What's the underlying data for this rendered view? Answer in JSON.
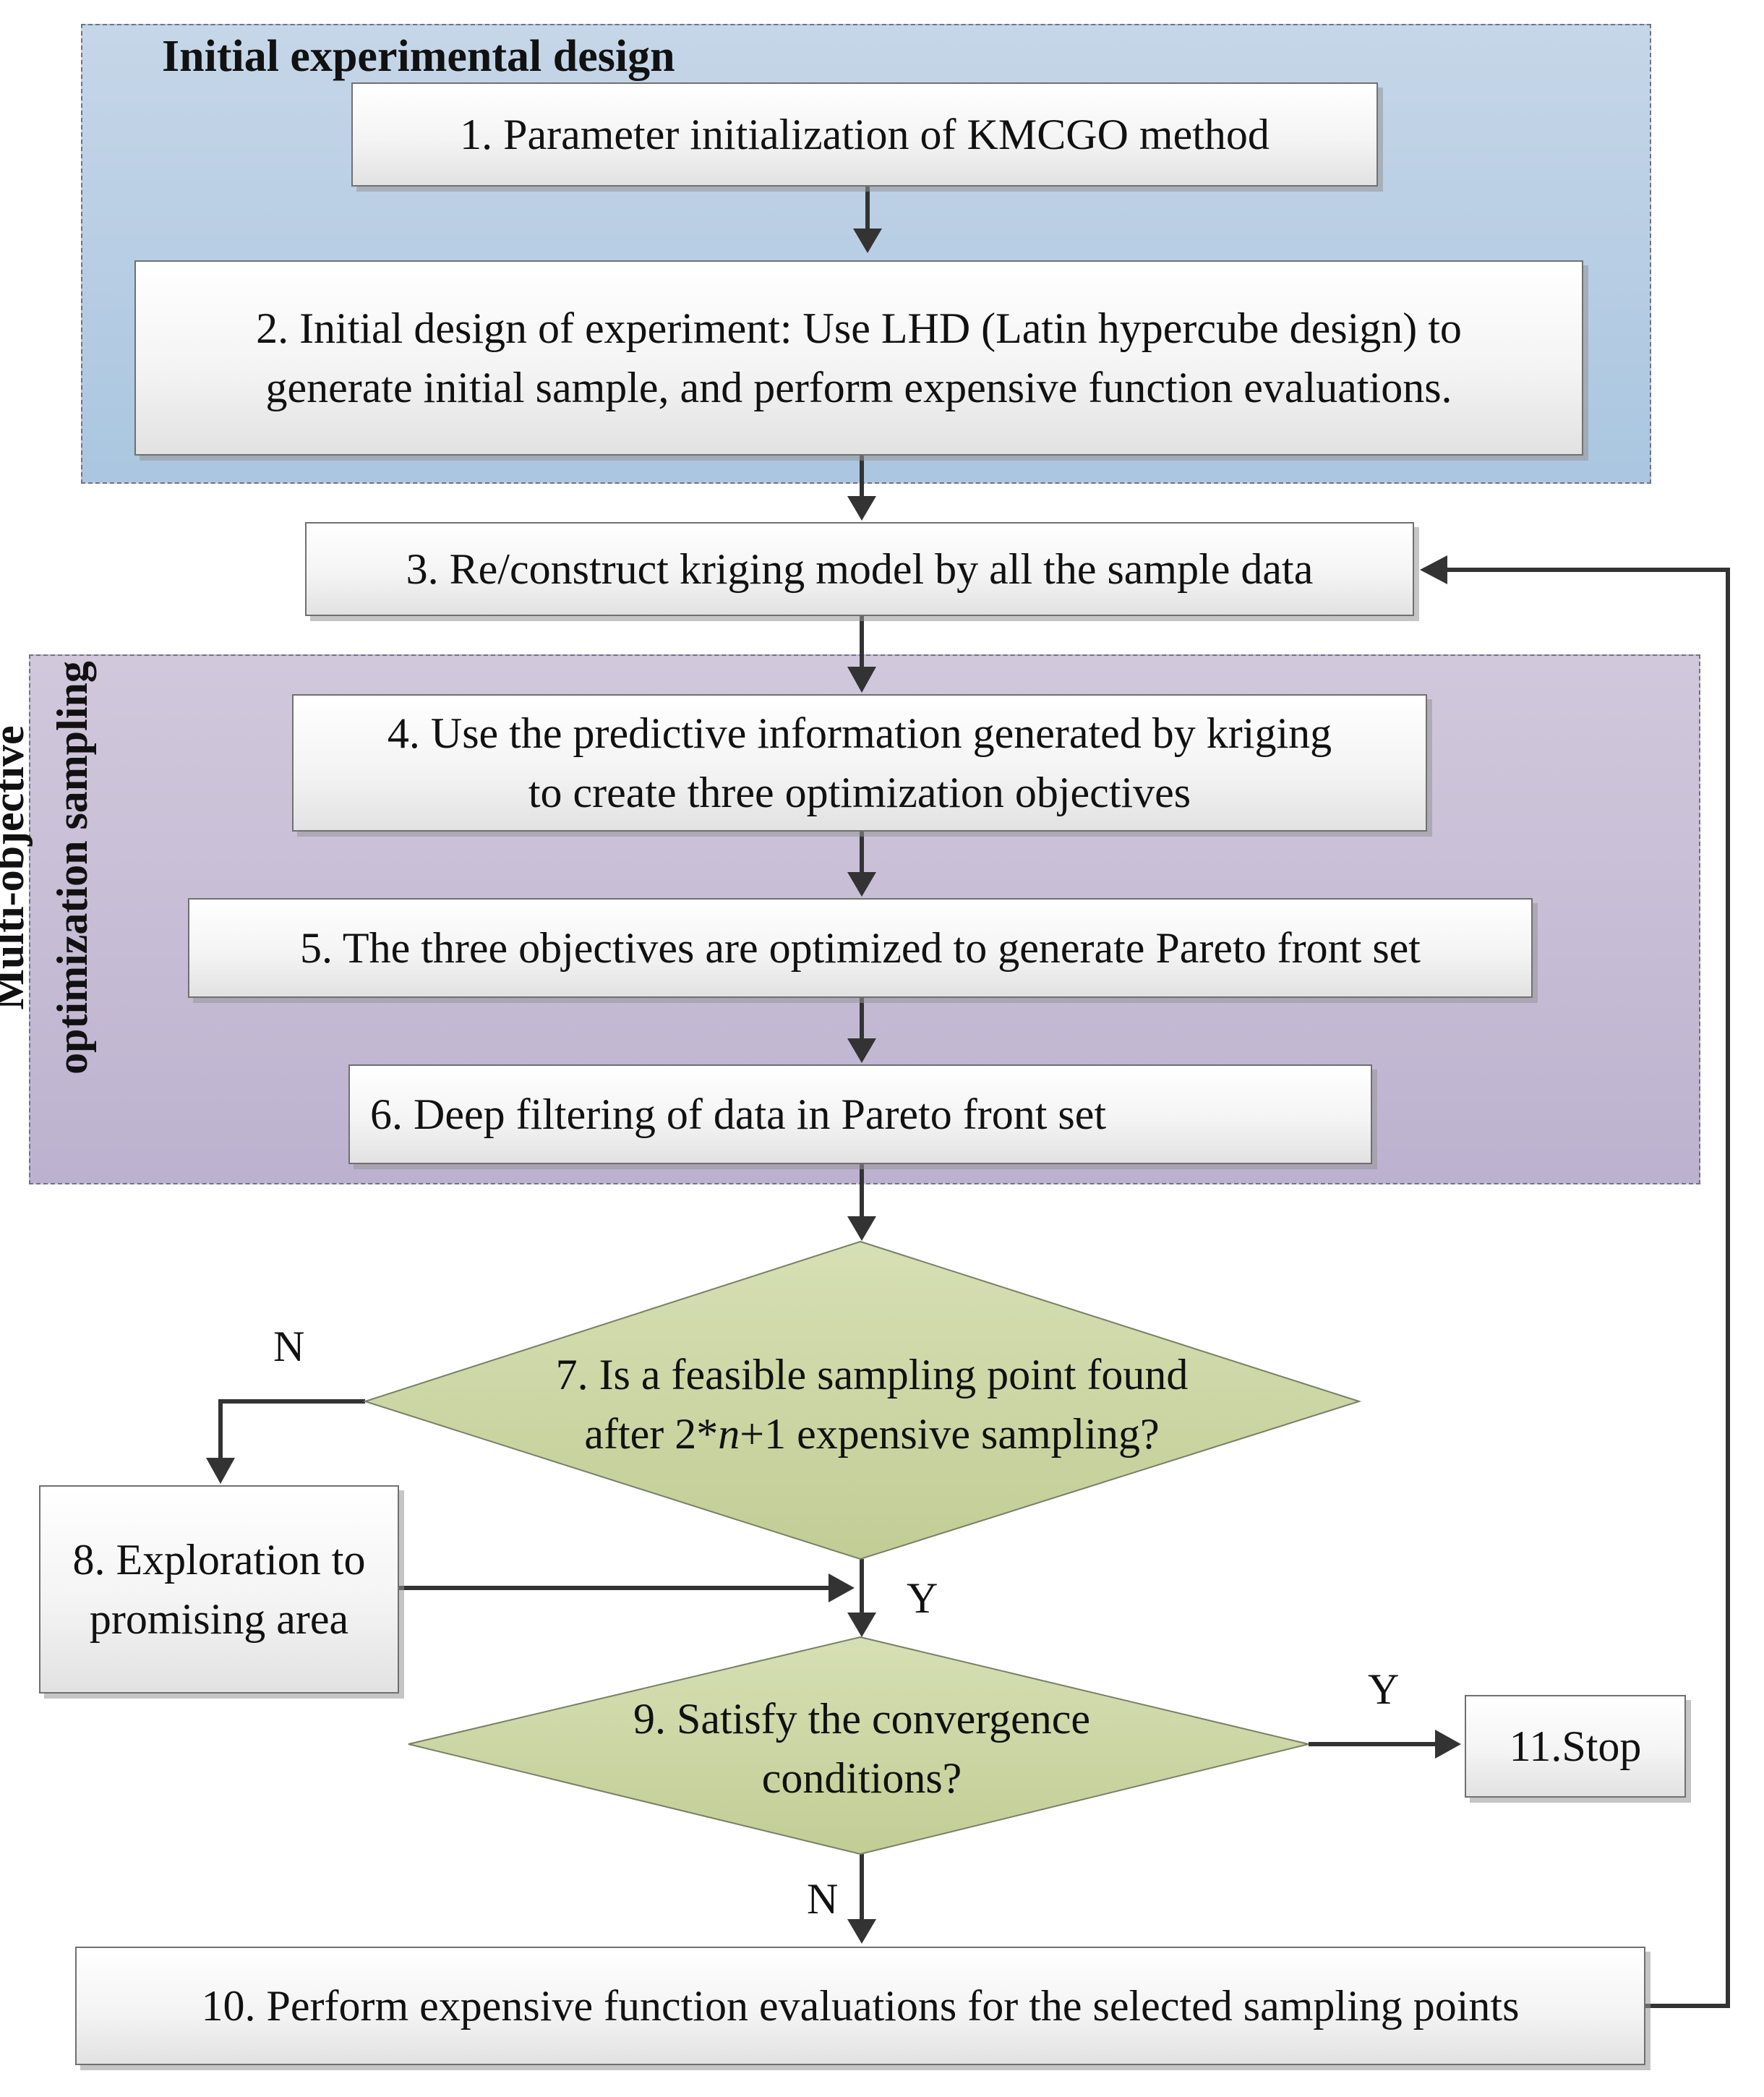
{
  "groups": {
    "initial": {
      "title": "Initial experimental design"
    },
    "multi": {
      "title_line1": "Multi-objective",
      "title_line2": "optimization sampling"
    }
  },
  "steps": {
    "s1": "1. Parameter initialization of KMCGO method",
    "s2_line1": "2. Initial design of experiment: Use LHD (Latin hypercube design) to",
    "s2_line2": "generate initial sample, and perform expensive function evaluations.",
    "s3": "3. Re/construct  kriging model by all the sample data",
    "s4_line1": "4. Use the predictive information generated by kriging",
    "s4_line2": "to create three optimization objectives",
    "s5": "5. The three objectives are optimized to generate Pareto front set",
    "s6": "6. Deep filtering of data in Pareto front set",
    "s7_line1": "7. Is a feasible sampling point found",
    "s7_line2_a": "after 2*",
    "s7_line2_var": "n",
    "s7_line2_b": "+1 expensive sampling?",
    "s8_line1": "8. Exploration to",
    "s8_line2": "promising area",
    "s9_line1": "9. Satisfy the convergence",
    "s9_line2": "conditions?",
    "s10": "10. Perform expensive function evaluations for  the selected sampling  points",
    "s11": "11.Stop"
  },
  "labels": {
    "n_7": "N",
    "y_7": "Y",
    "y_9": "Y",
    "n_9": "N"
  },
  "colors": {
    "group_initial": "#b8cfe6",
    "group_multi": "#c6bdd6",
    "decision_fill": "#c9d3a0",
    "connector": "#333333"
  }
}
